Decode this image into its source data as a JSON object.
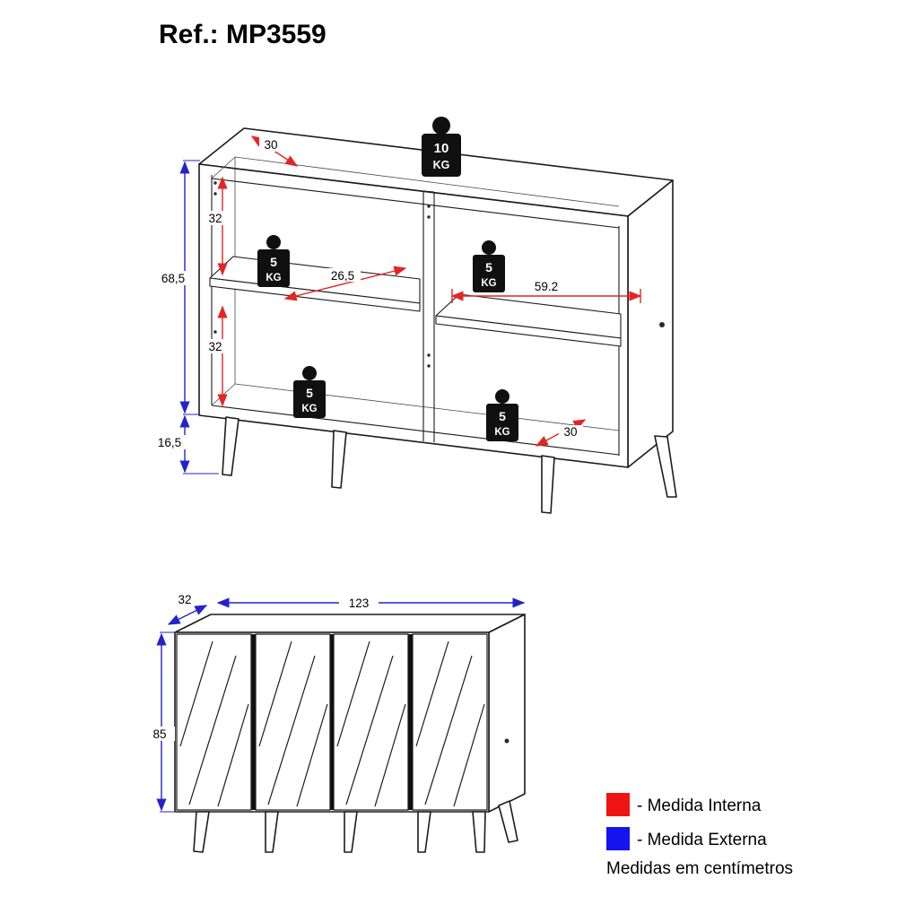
{
  "title": "Ref.: MP3559",
  "top_view": {
    "weights": {
      "top_value": "10",
      "shelf_value": "5",
      "unit": "KG"
    },
    "dims": {
      "top_depth": "30",
      "upper_shelf_gap": "32",
      "lower_shelf_gap": "32",
      "internal_height": "68,5",
      "leg_height": "16,5",
      "shelf_depth": "26,5",
      "right_internal_width": "59.2",
      "bottom_depth": "30"
    }
  },
  "front_view": {
    "dims": {
      "depth": "32",
      "width": "123",
      "height": "85"
    }
  },
  "legend": {
    "internal_label": "- Medida Interna",
    "external_label": "- Medida Externa",
    "units_note": "Medidas em centímetros",
    "internal_color": "#ee1414",
    "external_color": "#1414ee"
  }
}
